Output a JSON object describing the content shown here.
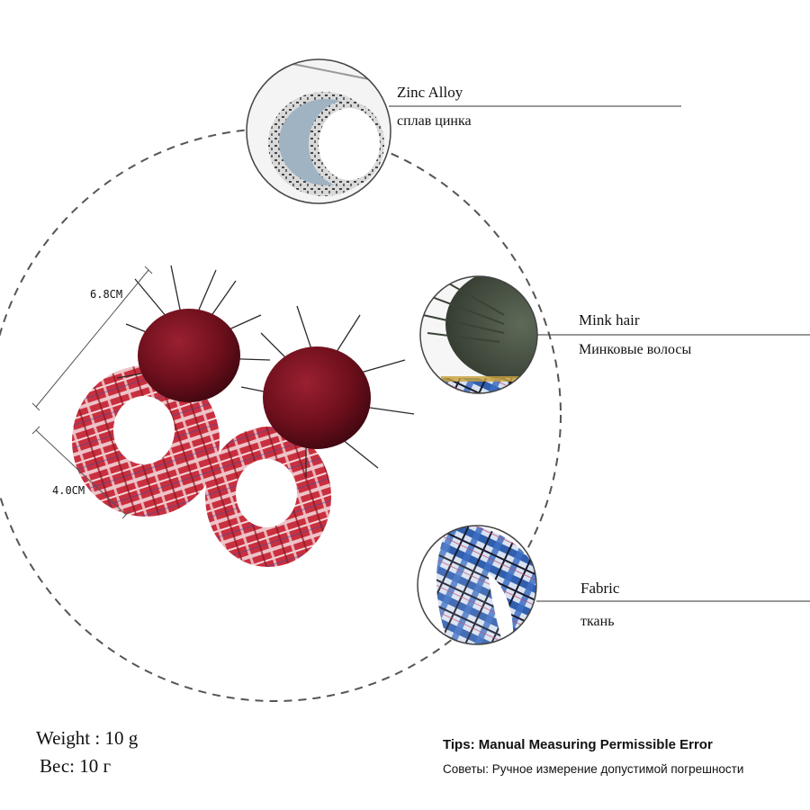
{
  "materials": [
    {
      "name_en": "Zinc Alloy",
      "name_ru": "сплав цинка",
      "icon": "zinc-alloy-closeup"
    },
    {
      "name_en": "Mink hair",
      "name_ru": "Минковые волосы",
      "icon": "mink-fur-closeup"
    },
    {
      "name_en": "Fabric",
      "name_ru": "ткань",
      "icon": "plaid-fabric-closeup"
    }
  ],
  "dimensions": {
    "height": "6.8CM",
    "width": "4.0CM"
  },
  "weight": {
    "en": "Weight : 10 g",
    "ru": "Вес: 10 г"
  },
  "tips": {
    "en": "Tips: Manual Measuring Permissible Error",
    "ru": "Советы: Ручное измерение допустимой погрешности"
  },
  "colors": {
    "pompom": "#6e0f1c",
    "plaid_red": "#c42a3a",
    "plaid_blue": "#2f5fae",
    "fur_gray": "#4f5a4a",
    "dash_circle": "#555555"
  }
}
